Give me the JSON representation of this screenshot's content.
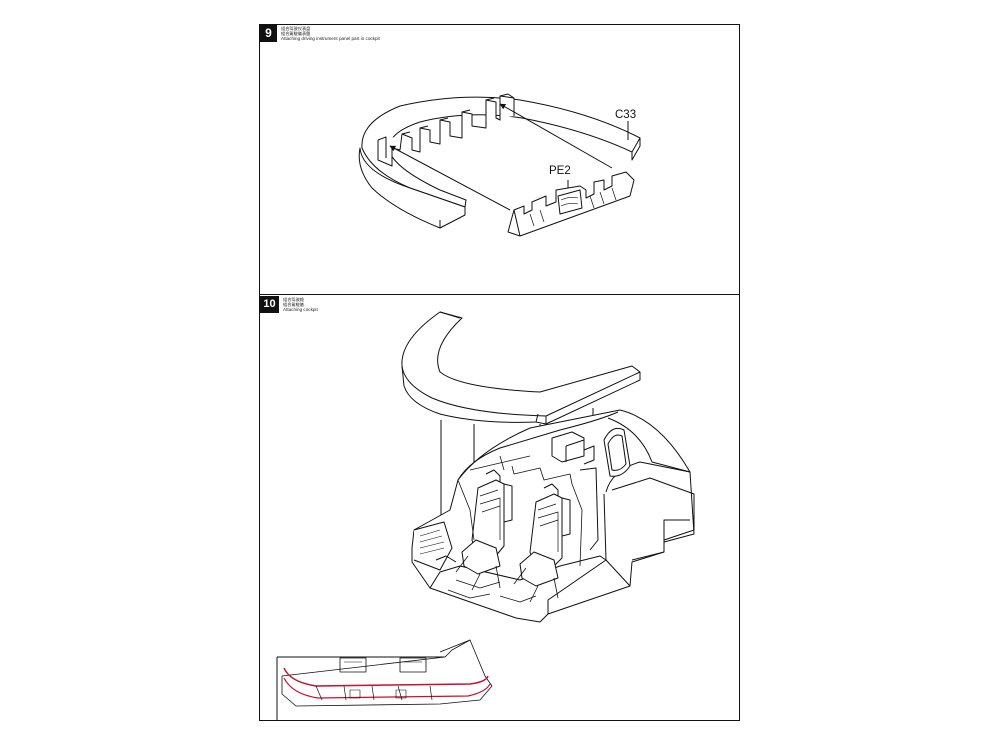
{
  "steps": [
    {
      "number": "9",
      "caption_line1": "组合驾驶仪表盘",
      "caption_line2": "組合駕駛儀表盤",
      "caption_en": "Attaching driving instrument panel part in cockpit",
      "callouts": {
        "c33": "C33",
        "pe2": "PE2"
      }
    },
    {
      "number": "10",
      "caption_line1": "组合驾驶舱",
      "caption_line2": "組合駕駛艙",
      "caption_en": "Attaching cockpit"
    }
  ],
  "colors": {
    "line": "#111111",
    "highlight": "#c8102e",
    "paper": "#ffffff"
  }
}
